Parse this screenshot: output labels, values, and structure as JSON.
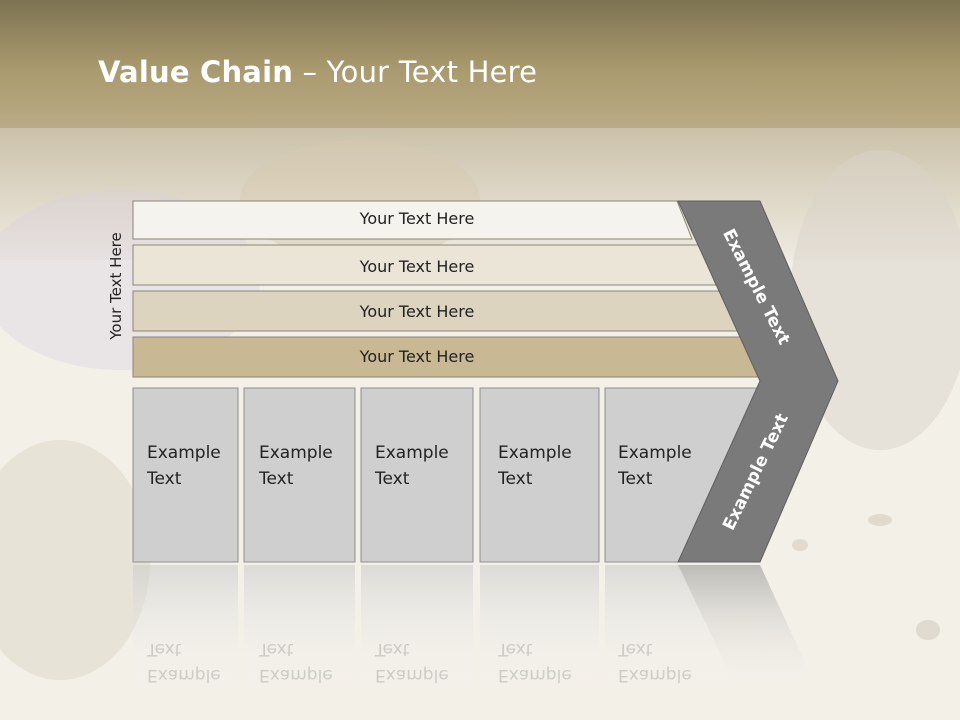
{
  "title": {
    "bold": "Value Chain",
    "rest": " – Your Text Here"
  },
  "side_label": "Your Text Here",
  "bars": [
    {
      "label": "Your Text Here",
      "fill": "#f5f3ee"
    },
    {
      "label": "Your Text Here",
      "fill": "#ebe5d8"
    },
    {
      "label": "Your Text Here",
      "fill": "#ddd4bf"
    },
    {
      "label": "Your Text Here",
      "fill": "#c8b994"
    }
  ],
  "columns": [
    {
      "line1": "Example",
      "line2": "Text"
    },
    {
      "line1": "Example",
      "line2": "Text"
    },
    {
      "line1": "Example",
      "line2": "Text"
    },
    {
      "line1": "Example",
      "line2": "Text"
    },
    {
      "line1": "Example",
      "line2": "Text"
    }
  ],
  "arrow": {
    "upper": "Example Text",
    "lower": "Example Text",
    "fill": "#7a7a7a"
  },
  "colors": {
    "header": "#a8956a",
    "column_fill": "#cfcfcf"
  }
}
